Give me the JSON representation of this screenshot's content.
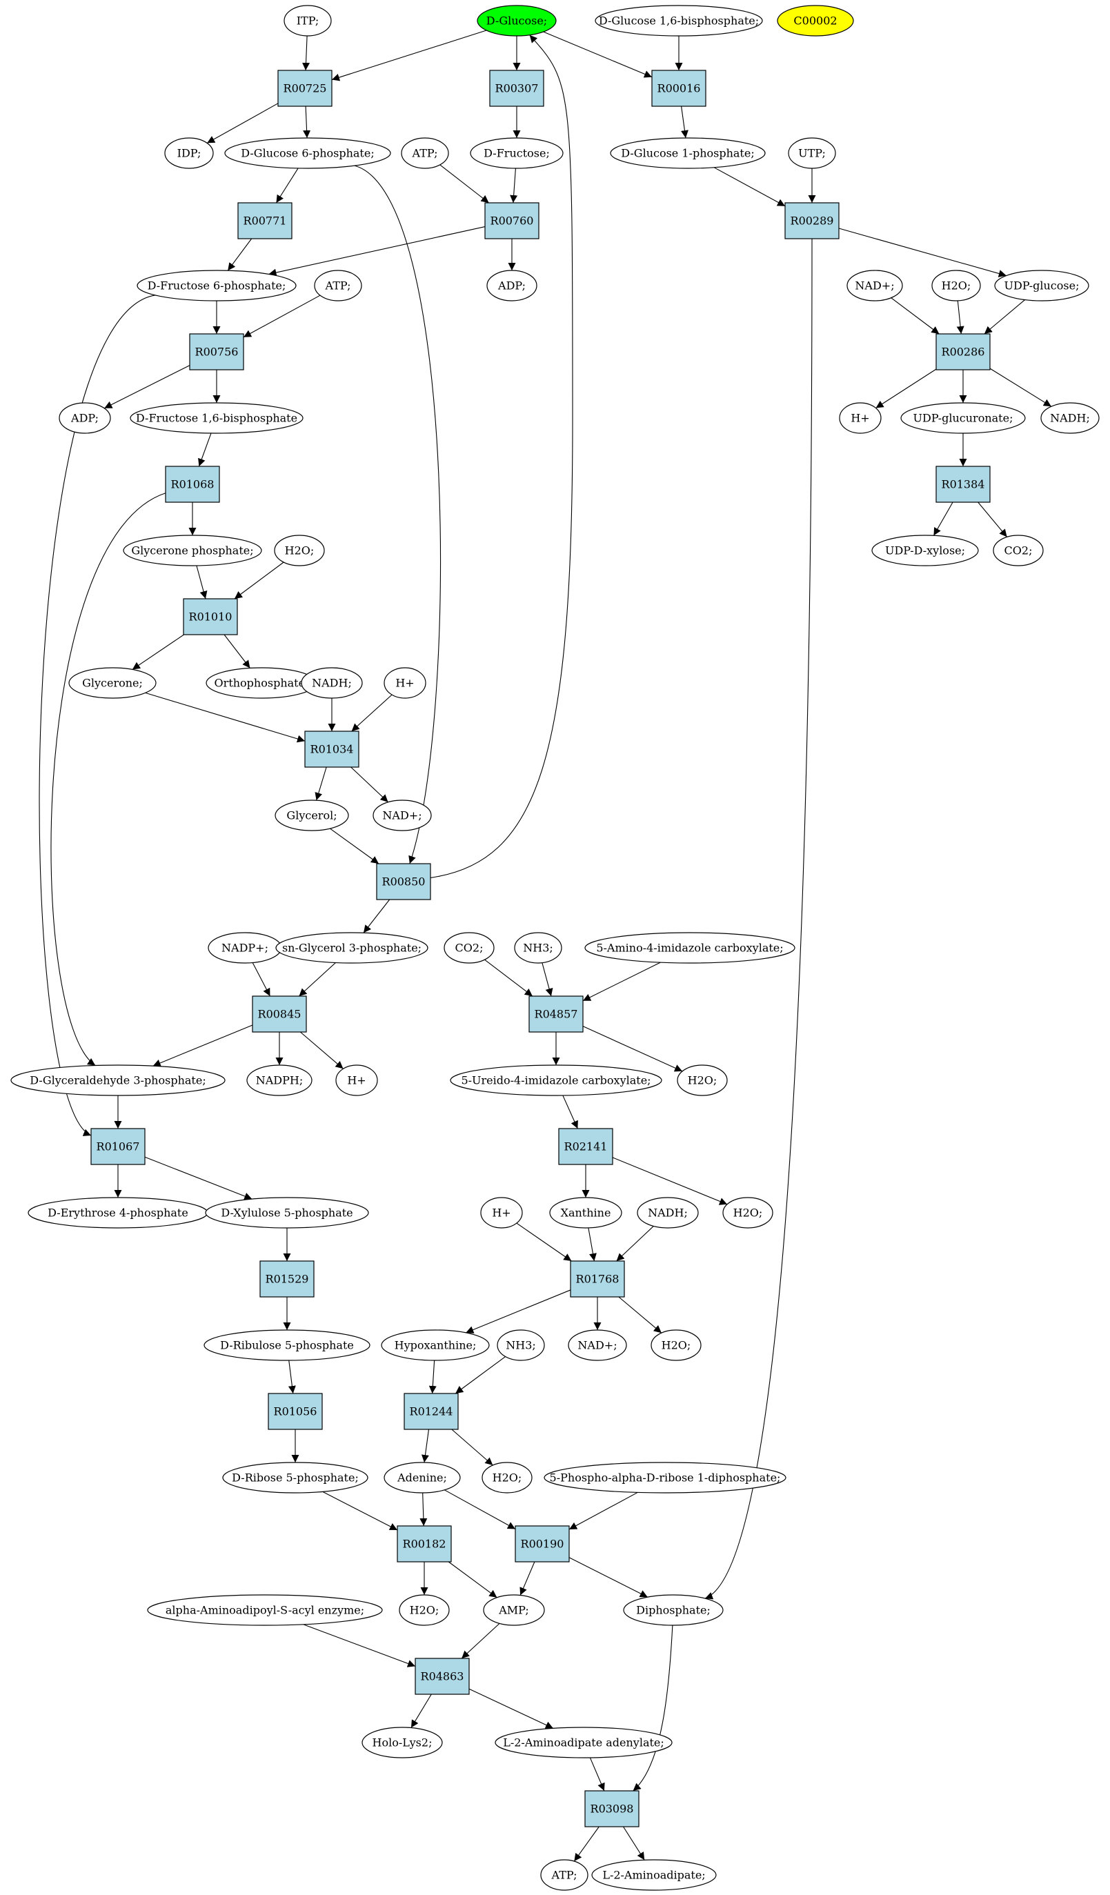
{
  "colors": {
    "reaction": "#add8e6",
    "start_compound": "#00ff00",
    "highlight_compound": "#ffff00",
    "compound": "#ffffff",
    "edge": "#000000"
  },
  "reactions": [
    {
      "id": "R00725",
      "label": "R00725"
    },
    {
      "id": "R00307",
      "label": "R00307"
    },
    {
      "id": "R00016",
      "label": "R00016"
    },
    {
      "id": "R00771",
      "label": "R00771"
    },
    {
      "id": "R00760",
      "label": "R00760"
    },
    {
      "id": "R00289",
      "label": "R00289"
    },
    {
      "id": "R00756",
      "label": "R00756"
    },
    {
      "id": "R00286",
      "label": "R00286"
    },
    {
      "id": "R01068",
      "label": "R01068"
    },
    {
      "id": "R01384",
      "label": "R01384"
    },
    {
      "id": "R01010",
      "label": "R01010"
    },
    {
      "id": "R01034",
      "label": "R01034"
    },
    {
      "id": "R00850",
      "label": "R00850"
    },
    {
      "id": "R00845",
      "label": "R00845"
    },
    {
      "id": "R04857",
      "label": "R04857"
    },
    {
      "id": "R01067",
      "label": "R01067"
    },
    {
      "id": "R02141",
      "label": "R02141"
    },
    {
      "id": "R01529",
      "label": "R01529"
    },
    {
      "id": "R01768",
      "label": "R01768"
    },
    {
      "id": "R01056",
      "label": "R01056"
    },
    {
      "id": "R01244",
      "label": "R01244"
    },
    {
      "id": "R00182",
      "label": "R00182"
    },
    {
      "id": "R00190",
      "label": "R00190"
    },
    {
      "id": "R04863",
      "label": "R04863"
    },
    {
      "id": "R03098",
      "label": "R03098"
    }
  ],
  "compounds": [
    {
      "id": "itp",
      "label": "ITP;"
    },
    {
      "id": "glucose",
      "label": "D-Glucose;",
      "kind": "start"
    },
    {
      "id": "g16bp",
      "label": "D-Glucose 1,6-bisphosphate;"
    },
    {
      "id": "c00002",
      "label": "C00002",
      "kind": "highlight"
    },
    {
      "id": "idp",
      "label": "IDP;"
    },
    {
      "id": "g6p",
      "label": "D-Glucose 6-phosphate;"
    },
    {
      "id": "atp1",
      "label": "ATP;"
    },
    {
      "id": "fructose",
      "label": "D-Fructose;"
    },
    {
      "id": "g1p",
      "label": "D-Glucose 1-phosphate;"
    },
    {
      "id": "utp",
      "label": "UTP;"
    },
    {
      "id": "f6p",
      "label": "D-Fructose 6-phosphate;"
    },
    {
      "id": "atp2",
      "label": "ATP;"
    },
    {
      "id": "adp1",
      "label": "ADP;"
    },
    {
      "id": "nadp_plus1",
      "label": "NAD+;"
    },
    {
      "id": "h2o1",
      "label": "H2O;"
    },
    {
      "id": "udpglc",
      "label": "UDP-glucose;"
    },
    {
      "id": "adp2",
      "label": "ADP;"
    },
    {
      "id": "f16bp",
      "label": "D-Fructose 1,6-bisphosphate"
    },
    {
      "id": "hplus1",
      "label": "H+"
    },
    {
      "id": "udpglcua",
      "label": "UDP-glucuronate;"
    },
    {
      "id": "nadh1",
      "label": "NADH;"
    },
    {
      "id": "dhap",
      "label": "Glycerone phosphate;"
    },
    {
      "id": "h2o2",
      "label": "H2O;"
    },
    {
      "id": "udpxyl",
      "label": "UDP-D-xylose;"
    },
    {
      "id": "co2a",
      "label": "CO2;"
    },
    {
      "id": "glycerone",
      "label": "Glycerone;"
    },
    {
      "id": "pi",
      "label": "Orthophosphate;"
    },
    {
      "id": "nadh2",
      "label": "NADH;"
    },
    {
      "id": "hplus2",
      "label": "H+"
    },
    {
      "id": "glycerol",
      "label": "Glycerol;"
    },
    {
      "id": "nad2",
      "label": "NAD+;"
    },
    {
      "id": "nadp",
      "label": "NADP+;"
    },
    {
      "id": "g3p",
      "label": "sn-Glycerol 3-phosphate;"
    },
    {
      "id": "co2b",
      "label": "CO2;"
    },
    {
      "id": "nh3a",
      "label": "NH3;"
    },
    {
      "id": "aica",
      "label": "5-Amino-4-imidazole carboxylate;"
    },
    {
      "id": "gap",
      "label": "D-Glyceraldehyde 3-phosphate;"
    },
    {
      "id": "nadph",
      "label": "NADPH;"
    },
    {
      "id": "hplus3",
      "label": "H+"
    },
    {
      "id": "uica",
      "label": "5-Ureido-4-imidazole carboxylate;"
    },
    {
      "id": "h2o3",
      "label": "H2O;"
    },
    {
      "id": "e4p",
      "label": "D-Erythrose 4-phosphate"
    },
    {
      "id": "xu5p",
      "label": "D-Xylulose 5-phosphate"
    },
    {
      "id": "hplus4",
      "label": "H+"
    },
    {
      "id": "xanthine",
      "label": "Xanthine"
    },
    {
      "id": "nadh3",
      "label": "NADH;"
    },
    {
      "id": "h2o4",
      "label": "H2O;"
    },
    {
      "id": "ru5p",
      "label": "D-Ribulose 5-phosphate"
    },
    {
      "id": "hypox",
      "label": "Hypoxanthine;"
    },
    {
      "id": "nh3b",
      "label": "NH3;"
    },
    {
      "id": "nad3",
      "label": "NAD+;"
    },
    {
      "id": "h2o5",
      "label": "H2O;"
    },
    {
      "id": "r5p",
      "label": "D-Ribose 5-phosphate;"
    },
    {
      "id": "adenine",
      "label": "Adenine;"
    },
    {
      "id": "h2o6",
      "label": "H2O;"
    },
    {
      "id": "prpp",
      "label": "5-Phospho-alpha-D-ribose 1-diphosphate;"
    },
    {
      "id": "aaa_enz",
      "label": "alpha-Aminoadipoyl-S-acyl enzyme;"
    },
    {
      "id": "h2o7",
      "label": "H2O;"
    },
    {
      "id": "amp",
      "label": "AMP;"
    },
    {
      "id": "ppi",
      "label": "Diphosphate;"
    },
    {
      "id": "holo",
      "label": "Holo-Lys2;"
    },
    {
      "id": "aad_aden",
      "label": "L-2-Aminoadipate adenylate;"
    },
    {
      "id": "atp3",
      "label": "ATP;"
    },
    {
      "id": "aad",
      "label": "L-2-Aminoadipate;"
    }
  ]
}
